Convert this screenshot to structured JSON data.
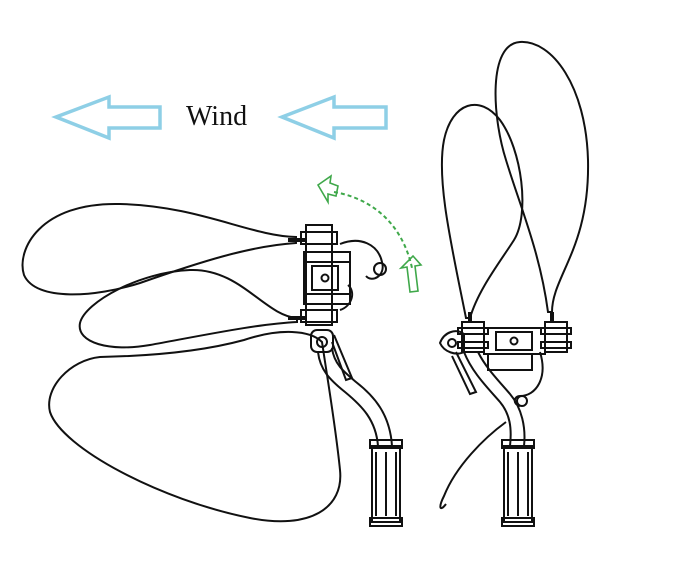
{
  "wind": {
    "label": "Wind"
  },
  "icons": {
    "wind_arrow_left": "left-arrow-outline",
    "wind_arrow_right": "left-arrow-outline",
    "motion_path": "dashed-curved-arrow"
  },
  "colors": {
    "wind_arrow": "#8ecfe6",
    "motion_path": "#3fa84a",
    "line_art": "#111111",
    "background": "#ffffff"
  }
}
